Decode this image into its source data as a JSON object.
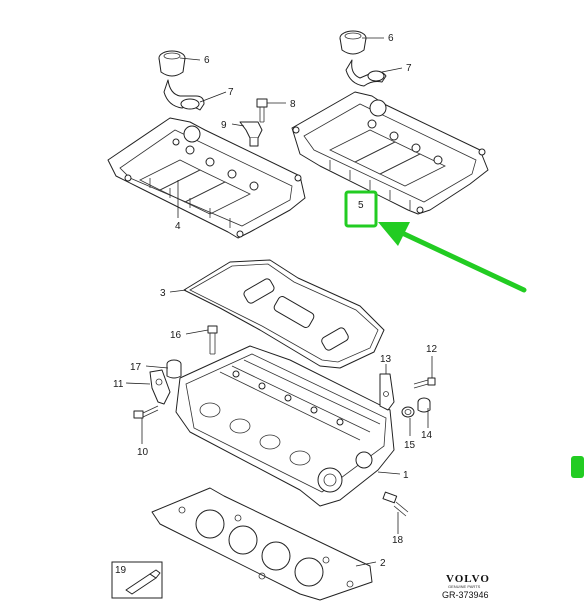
{
  "callouts": {
    "c1": "1",
    "c2": "2",
    "c3": "3",
    "c4": "4",
    "c5": "5",
    "c6a": "6",
    "c6b": "6",
    "c7a": "7",
    "c7b": "7",
    "c8": "8",
    "c9": "9",
    "c10": "10",
    "c11": "11",
    "c12": "12",
    "c13": "13",
    "c14": "14",
    "c15": "15",
    "c16": "16",
    "c17": "17",
    "c18": "18",
    "c19": "19"
  },
  "brand": {
    "name": "VOLVO",
    "tagline": "GENUINE PARTS",
    "ref": "GR-373946"
  },
  "colors": {
    "highlight": "#22cc22",
    "line": "#222222"
  }
}
